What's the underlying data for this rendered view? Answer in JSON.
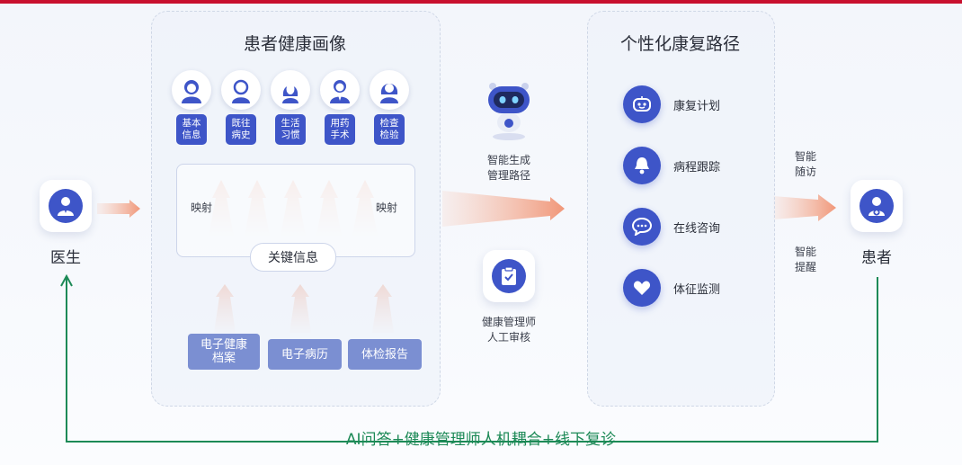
{
  "doctor": {
    "label": "医生"
  },
  "patient": {
    "label": "患者"
  },
  "profile": {
    "title": "患者健康画像",
    "tags": [
      "基本\n信息",
      "既往\n病史",
      "生活\n习惯",
      "用药\n手术",
      "检查\n检验"
    ],
    "map_left": "映射",
    "map_right": "映射",
    "key_info": "关键信息",
    "sources": [
      "电子健康\n档案",
      "电子病历",
      "体检报告"
    ]
  },
  "middle": {
    "ai_label": "智能生成\n管理路径",
    "review_label": "健康管理师\n人工审核"
  },
  "path": {
    "title": "个性化康复路径",
    "items": [
      {
        "label": "康复计划",
        "icon": "robot-face-icon"
      },
      {
        "label": "病程跟踪",
        "icon": "bell-icon"
      },
      {
        "label": "在线咨询",
        "icon": "chat-bubble-icon"
      },
      {
        "label": "体征监测",
        "icon": "heart-icon"
      }
    ]
  },
  "followup": {
    "top": "智能\n随访",
    "bottom": "智能\n提醒"
  },
  "footer": {
    "text": "AI问答+健康管理师人机耦合+线下复诊"
  },
  "colors": {
    "accent": "#3e55c8",
    "source": "#7b8fd2",
    "loop": "#1d8a57",
    "arrow": "#f08c6a",
    "topbar": "#c8102e"
  }
}
